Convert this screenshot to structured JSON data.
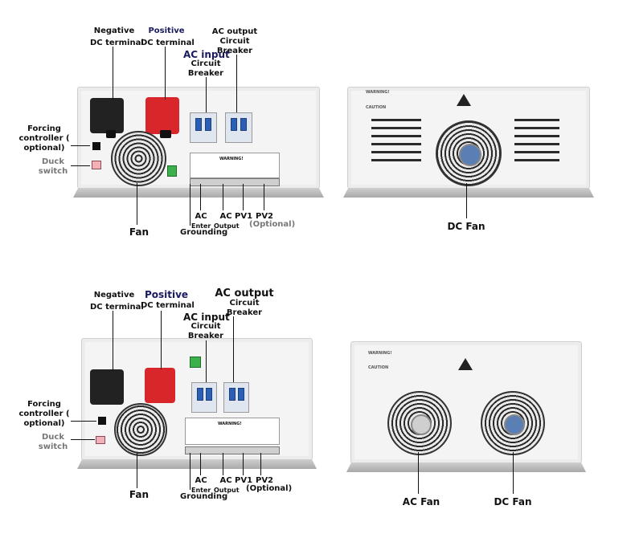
{
  "row1": {
    "left": {
      "neg_label_a": "Negative",
      "neg_label_b": "DC terminal",
      "pos_label_a": "Positive",
      "pos_label_b": "DC terminal",
      "acin_label_a": "AC input",
      "acin_label_b": "Circuit",
      "acin_label_c": "Breaker",
      "acout_label_a": "AC output",
      "acout_label_b": "Circuit",
      "acout_label_c": "Breaker",
      "forcing_a": "Forcing",
      "forcing_b": "controller (",
      "forcing_c": "optional)",
      "duck_a": "Duck",
      "duck_b": "switch",
      "fan": "Fan",
      "ac_enter_a": "AC",
      "ac_enter_b": "Enter",
      "grounding": "Grounding",
      "ac_output_a": "AC",
      "ac_output_b": "Output",
      "pv1": "PV1",
      "pv2": "PV2",
      "optional": "(Optional)",
      "warning": "WARNING!"
    },
    "right": {
      "dc_fan": "DC Fan",
      "warning": "WARNING!",
      "caution": "CAUTION"
    }
  },
  "row2": {
    "left": {
      "neg_label_a": "Negative",
      "neg_label_b": "DC terminal",
      "pos_label_a": "Positive",
      "pos_label_b": "DC terminal",
      "acin_label_a": "AC input",
      "acin_label_b": "Circuit",
      "acin_label_c": "Breaker",
      "acout_label_a": "AC output",
      "acout_label_b": "Circuit",
      "acout_label_c": "Breaker",
      "forcing_a": "Forcing",
      "forcing_b": "controller (",
      "forcing_c": "optional)",
      "duck_a": "Duck",
      "duck_b": "switch",
      "fan": "Fan",
      "ac_enter_a": "AC",
      "ac_enter_b": "Enter",
      "grounding": "Grounding",
      "ac_output_a": "AC",
      "ac_output_b": "Output",
      "pv1": "PV1",
      "pv2": "PV2",
      "optional": "(Optional)",
      "warning": "WARNING!"
    },
    "right": {
      "ac_fan": "AC Fan",
      "dc_fan": "DC Fan",
      "warning": "WARNING!",
      "caution": "CAUTION"
    }
  }
}
